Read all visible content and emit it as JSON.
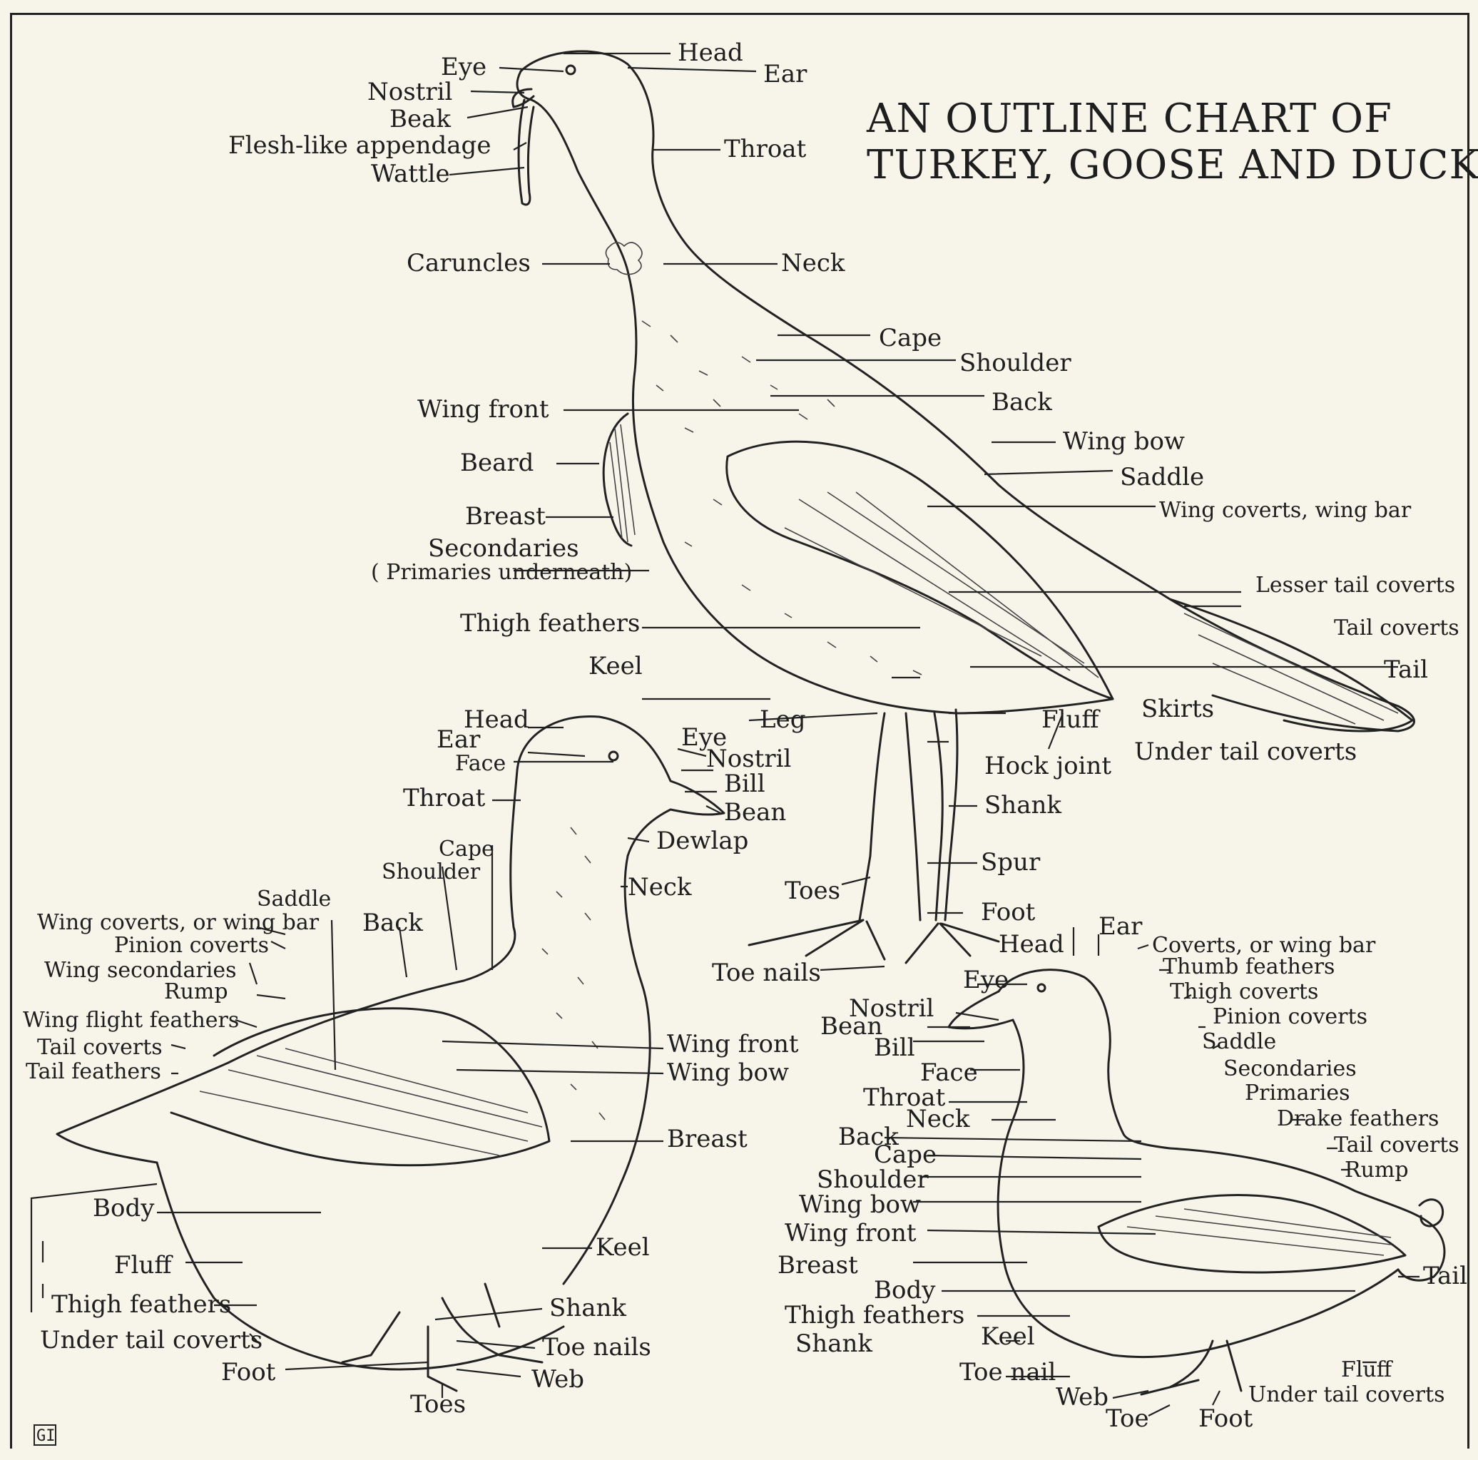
{
  "title": {
    "line1": "AN OUTLINE CHART OF",
    "line2": "TURKEY, GOOSE AND DUCK."
  },
  "stamp": "GI",
  "turkey": {
    "labels": [
      "Head",
      "Ear",
      "Eye",
      "Nostril",
      "Beak",
      "Flesh-like appendage",
      "Wattle",
      "Throat",
      "Caruncles",
      "Neck",
      "Cape",
      "Shoulder",
      "Back",
      "Wing front",
      "Beard",
      "Wing bow",
      "Saddle",
      "Breast",
      "Wing coverts, wing bar",
      "Secondaries",
      "( Primaries underneath)",
      "Lesser tail coverts",
      "Thigh feathers",
      "Tail coverts",
      "Keel",
      "Tail",
      "Leg",
      "Fluff",
      "Skirts",
      "Under tail coverts",
      "Hock joint",
      "Shank",
      "Spur",
      "Toes",
      "Foot",
      "Toe nails"
    ]
  },
  "goose": {
    "labels": [
      "Head",
      "Ear",
      "Face",
      "Eye",
      "Nostril",
      "Bill",
      "Bean",
      "Throat",
      "Dewlap",
      "Cape",
      "Shoulder",
      "Neck",
      "Saddle",
      "Wing coverts, or wing bar",
      "Back",
      "Pinion coverts",
      "Wing secondaries",
      "Rump",
      "Wing flight feathers",
      "Tail coverts",
      "Tail feathers",
      "Wing front",
      "Wing bow",
      "Breast",
      "Body",
      "Keel",
      "Fluff",
      "Thigh feathers",
      "Shank",
      "Under tail coverts",
      "Toe nails",
      "Foot",
      "Web",
      "Toes"
    ]
  },
  "duck": {
    "labels": [
      "Head",
      "Ear",
      "Coverts, or wing bar",
      "Thumb feathers",
      "Thigh coverts",
      "Eye",
      "Pinion coverts",
      "Nostril",
      "Bean",
      "Saddle",
      "Bill",
      "Secondaries",
      "Face",
      "Primaries",
      "Throat",
      "Neck",
      "Drake feathers",
      "Back",
      "Tail coverts",
      "Cape",
      "Rump",
      "Shoulder",
      "Wing bow",
      "Wing front",
      "Breast",
      "Tail",
      "Body",
      "Thigh feathers",
      "Keel",
      "Shank",
      "Fluff",
      "Toe nail",
      "Under tail coverts",
      "Web",
      "Toe",
      "Foot"
    ]
  }
}
